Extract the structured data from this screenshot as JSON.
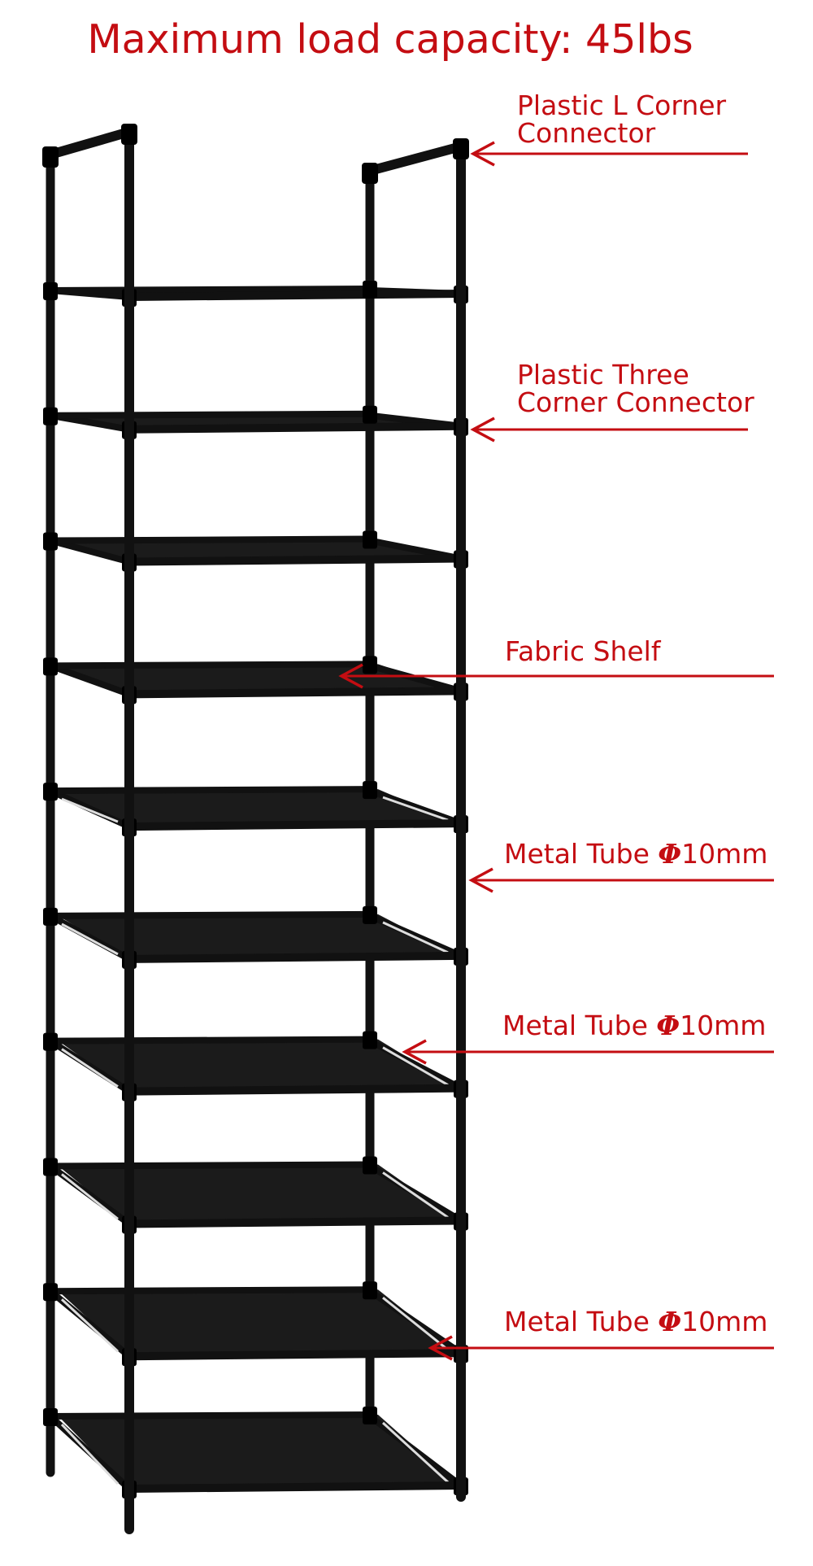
{
  "title": "Maximum load capacity: 45lbs",
  "callouts": {
    "l_corner": {
      "line1": "Plastic L Corner",
      "line2": "Connector"
    },
    "three_corner": {
      "line1": "Plastic Three",
      "line2": "Corner Connector"
    },
    "fabric_shelf": {
      "label": "Fabric Shelf"
    },
    "metal_tube_1": {
      "prefix": "Metal Tube ",
      "symbol": "Φ",
      "suffix": "10mm"
    },
    "metal_tube_2": {
      "prefix": "Metal Tube ",
      "symbol": "Φ",
      "suffix": "10mm"
    },
    "metal_tube_3": {
      "prefix": "Metal Tube ",
      "symbol": "Φ",
      "suffix": "10mm"
    }
  },
  "product": {
    "shelf_count": 10,
    "frame_color": "#111111",
    "fabric_color": "#1b1b1b"
  },
  "colors": {
    "accent": "#c40d12",
    "background": "#ffffff"
  }
}
